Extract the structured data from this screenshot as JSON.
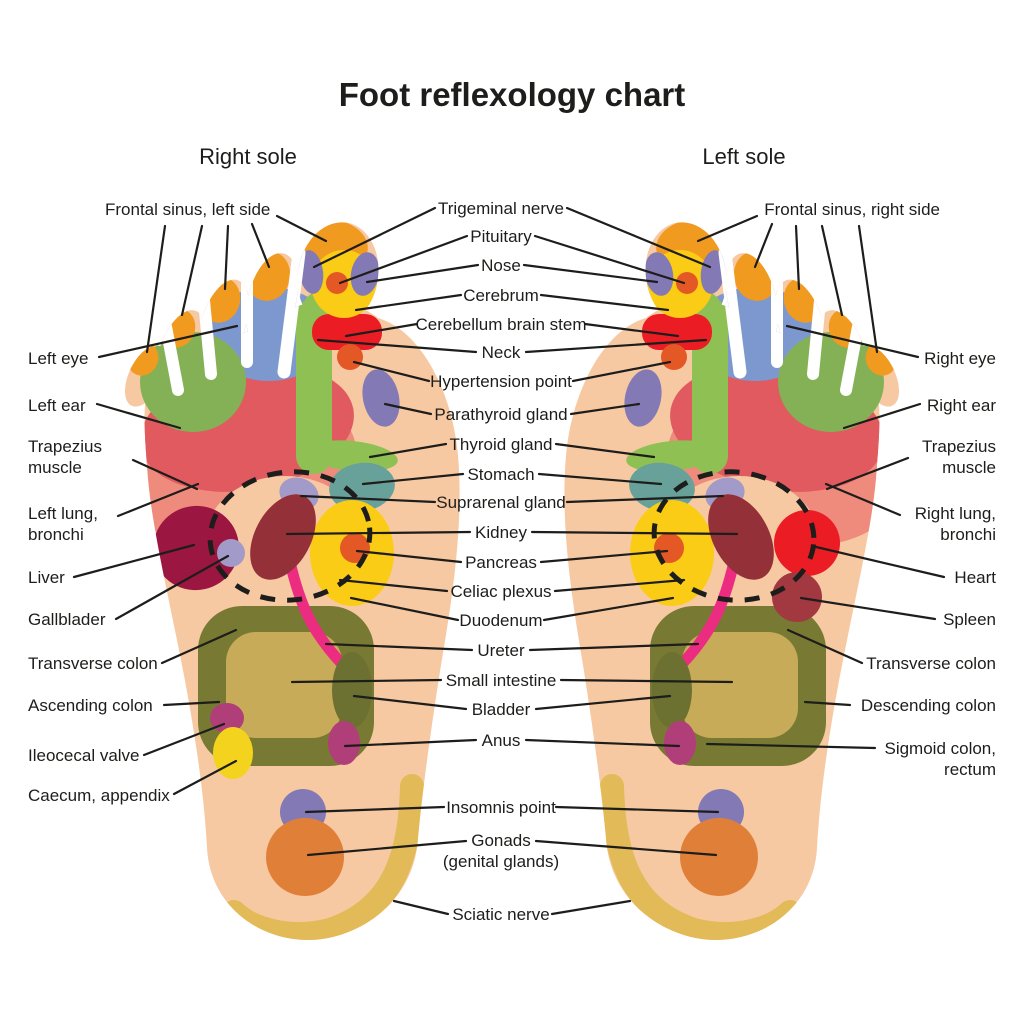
{
  "title": "Foot reflexology chart",
  "headings": {
    "right_sole": "Right sole",
    "left_sole": "Left sole"
  },
  "labels": {
    "left": [
      "Frontal sinus, left side",
      "Left eye",
      "Left ear",
      "Trapezius\nmuscle",
      "Left lung,\nbronchi",
      "Liver",
      "Gallblader",
      "Transverse colon",
      "Ascending colon",
      "Ileocecal valve",
      "Caecum, appendix"
    ],
    "center": [
      "Trigeminal nerve",
      "Pituitary",
      "Nose",
      "Cerebrum",
      "Cerebellum brain stem",
      "Neck",
      "Hypertension point",
      "Parathyroid gland",
      "Thyroid gland",
      "Stomach",
      "Suprarenal gland",
      "Kidney",
      "Pancreas",
      "Celiac plexus",
      "Duodenum",
      "Ureter",
      "Small intestine",
      "Bladder",
      "Anus",
      "Insomnis point",
      "Gonads\n(genital glands)",
      "Sciatic nerve"
    ],
    "right": [
      "Frontal sinus, right side",
      "Right eye",
      "Right ear",
      "Trapezius\nmuscle",
      "Right lung,\nbronchi",
      "Heart",
      "Spleen",
      "Transverse colon",
      "Descending colon",
      "Sigmoid colon,\nrectum"
    ]
  },
  "palette": {
    "background": "#FFFFFF",
    "ink": "#1D1D1B",
    "skin": "#F7C9A2",
    "frontal_sinus_orange": "#F09A20",
    "eye_blue": "#7D98CE",
    "ear_green": "#84B156",
    "neck_thyroid_green": "#8FC053",
    "lung_red": "#E05A60",
    "trapezius_salmon": "#EF8B7D",
    "cerebellum_heart_red": "#EB1C24",
    "cerebrum_pancreas_yellow": "#FACC15",
    "nerve_purple": "#8379B4",
    "suprarenal_lavender": "#A29AC9",
    "point_orange": "#E45826",
    "liver_maroon": "#9B1742",
    "kidney_red": "#943138",
    "spleen_red": "#A23840",
    "stomach_teal": "#68A09A",
    "colon_olive": "#787A33",
    "small_intestine_tan": "#C8AB58",
    "bladder_olive": "#6C7030",
    "ureter_pink": "#EB2C80",
    "anus_magenta": "#B03E79",
    "caecum_yellow": "#F4D31E",
    "gonads_orange": "#E08038",
    "sciatic_gold": "#E2BB58"
  }
}
